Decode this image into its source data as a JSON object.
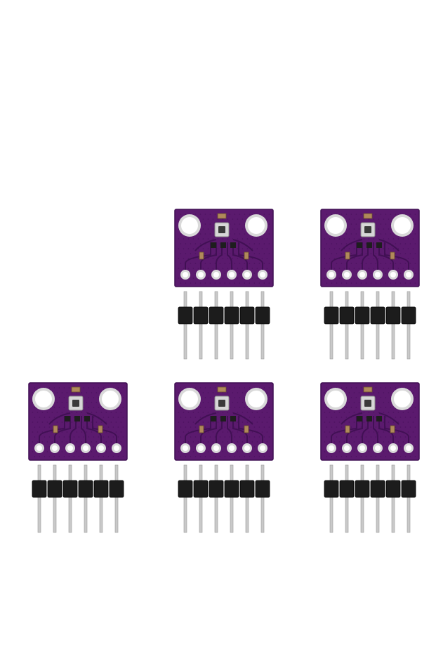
{
  "scene": {
    "background": "#ffffff",
    "subject": "sensor-breakout-modules",
    "module_count": 5,
    "pins_per_module": 6,
    "pcb_color": "#5b1a6e",
    "pcb_dark": "#3f0f52",
    "pad_color": "#d9d9d9",
    "header_color": "#1c1c1c",
    "pin_color": "#c9c9c9",
    "chip_color": "#d7d7d7"
  }
}
